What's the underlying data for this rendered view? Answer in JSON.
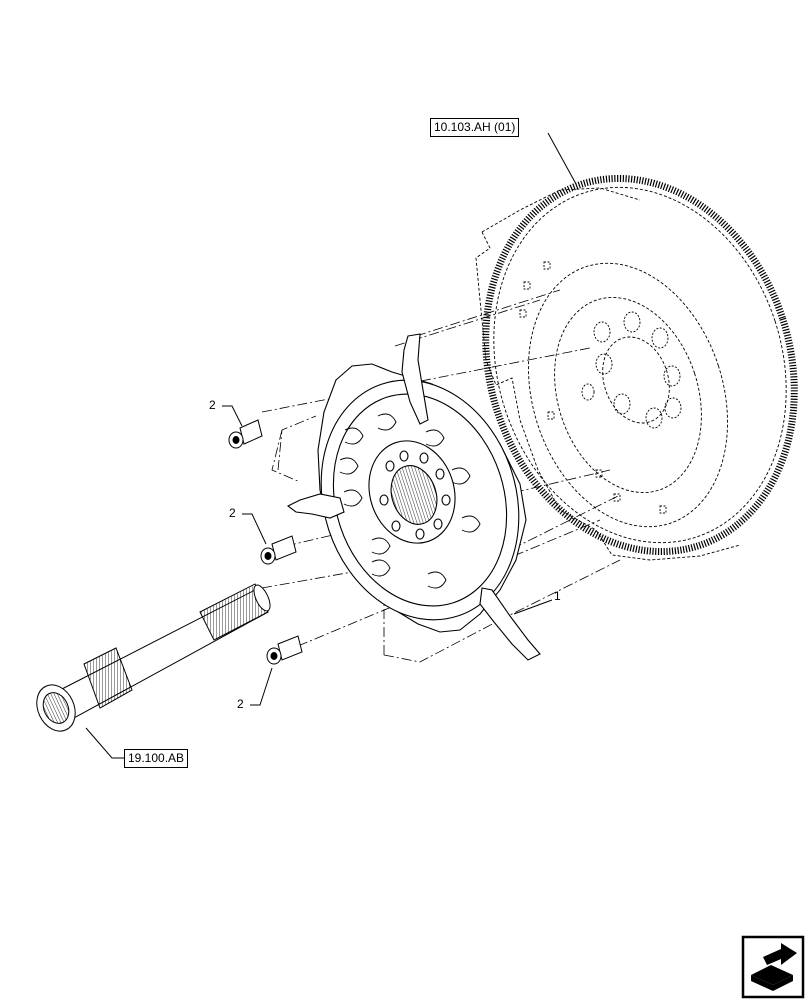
{
  "references": {
    "flywheel": "10.103.AH (01)",
    "input_shaft": "19.100.AB"
  },
  "callouts": {
    "clutch_assembly": "1",
    "bolt_upper": "2",
    "bolt_middle": "2",
    "bolt_lower": "2"
  },
  "icons": {
    "next_page": "next-page-arrow-icon"
  },
  "colors": {
    "line": "#000000",
    "background": "#ffffff"
  }
}
